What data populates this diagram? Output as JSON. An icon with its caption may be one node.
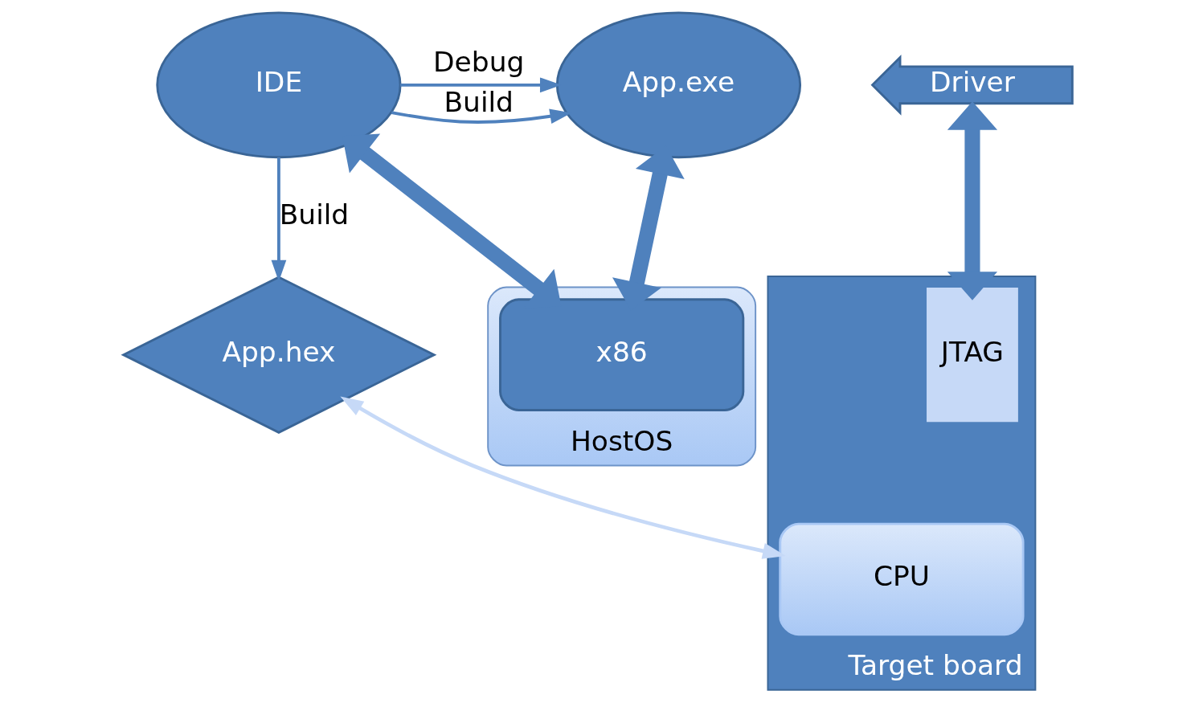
{
  "diagram": {
    "nodes": [
      {
        "text": [
          "App.exe"
        ]
      },
      {
        "text": [
          "IDE"
        ]
      },
      {
        "text": [
          "App.hex"
        ]
      },
      {
        "text": [
          "Target board"
        ]
      },
      {
        "text": [
          "CPU"
        ],
        "in": 3
      },
      {
        "text": [
          "HostOS"
        ]
      },
      {
        "text": [
          "x86"
        ],
        "in": 5
      },
      {
        "text": [
          "Driver"
        ]
      },
      {
        "text": [
          "JTAG"
        ],
        "in": 3
      }
    ],
    "edges": [
      {
        "from": 1,
        "to": 0,
        "arrow": "to",
        "label": "Build"
      },
      {
        "from": 1,
        "to": 0,
        "arrow": "to",
        "label": "Debug"
      },
      {
        "from": 0,
        "to": 6,
        "arrow": "both",
        "style": "thick"
      },
      {
        "from": 1,
        "to": 6,
        "arrow": "both",
        "style": "thick"
      },
      {
        "from": 1,
        "to": 2,
        "arrow": "to",
        "label": "Build"
      },
      {
        "from": 2,
        "to": 4,
        "arrow": "both",
        "color": "#c6d9f7"
      },
      {
        "from": 7,
        "to": 8,
        "arrow": "both",
        "style": "thick"
      }
    ]
  }
}
